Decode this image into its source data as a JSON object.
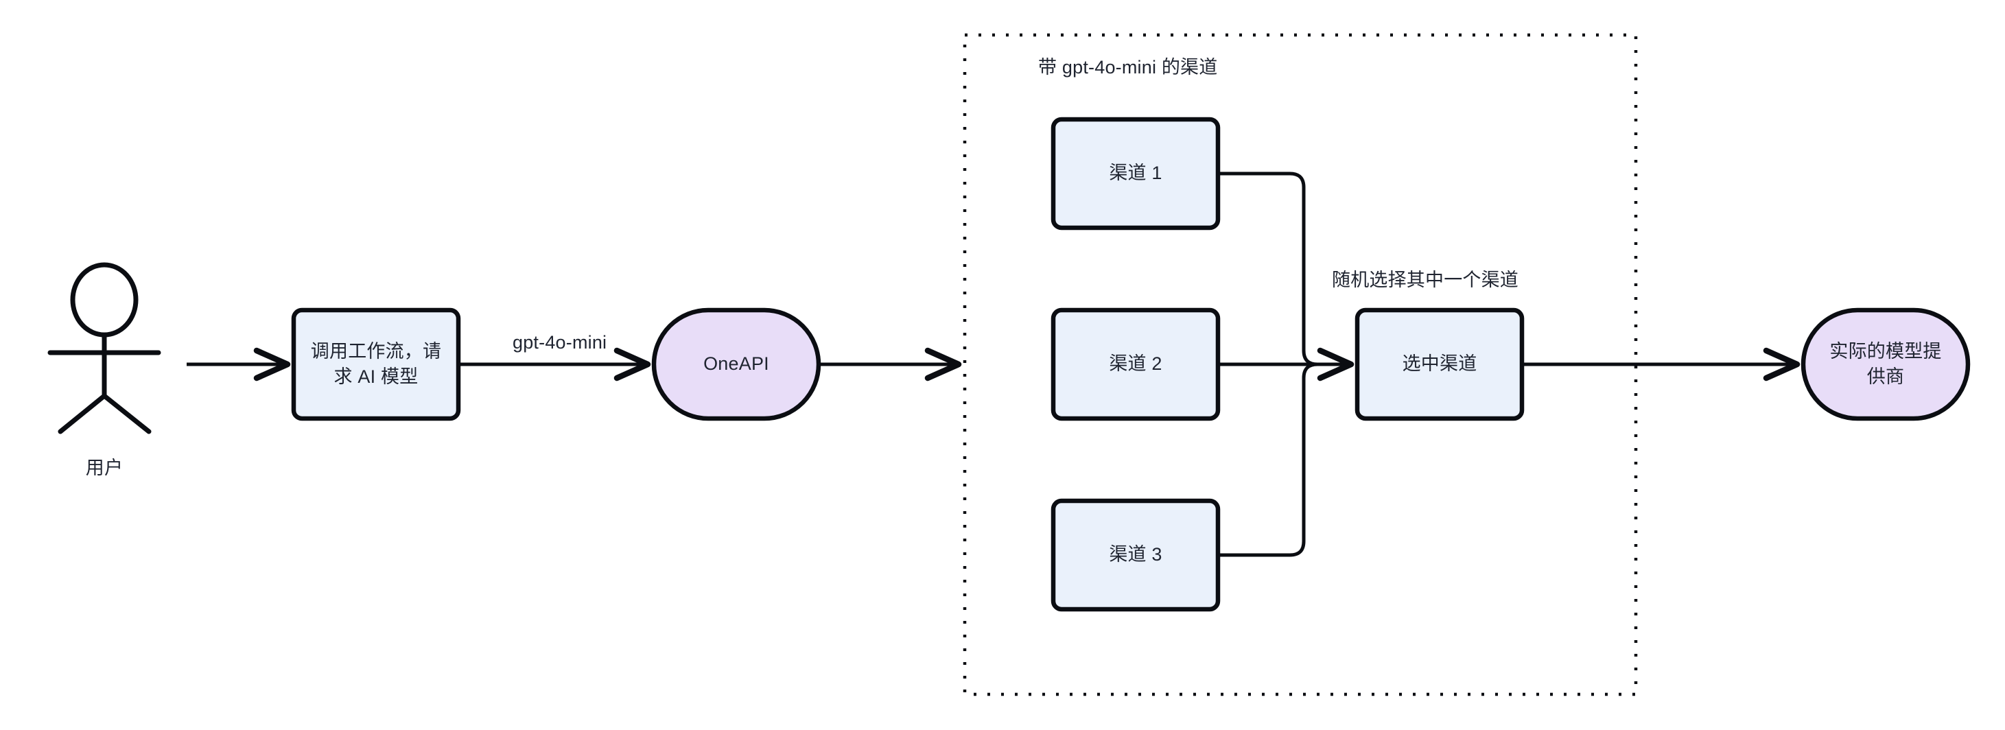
{
  "diagram": {
    "type": "flowchart",
    "direction": "left-to-right",
    "background_color": "#ffffff",
    "stroke_color": "#0b0d12",
    "text_color": "#1f2430",
    "process_fill": "#eaf1fb",
    "stadium_fill": "#e8ddf8"
  },
  "actor": {
    "name": "user-actor",
    "caption": "用户"
  },
  "nodes": {
    "workflow": {
      "label": "调用工作流，请\n求 AI 模型",
      "shape": "rounded-rect",
      "fill": "#eaf1fb"
    },
    "oneapi": {
      "label": "OneAPI",
      "shape": "stadium",
      "fill": "#e8ddf8"
    },
    "channel1": {
      "label": "渠道 1",
      "shape": "rounded-rect",
      "fill": "#eaf1fb"
    },
    "channel2": {
      "label": "渠道 2",
      "shape": "rounded-rect",
      "fill": "#eaf1fb"
    },
    "channel3": {
      "label": "渠道 3",
      "shape": "rounded-rect",
      "fill": "#eaf1fb"
    },
    "selected_channel": {
      "label": "选中渠道",
      "shape": "rounded-rect",
      "fill": "#eaf1fb"
    },
    "provider": {
      "label": "实际的模型提\n供商",
      "shape": "stadium",
      "fill": "#e8ddf8"
    }
  },
  "group": {
    "name": "channels-group",
    "title": "带 gpt-4o-mini 的渠道",
    "border_style": "dotted"
  },
  "edges": [
    {
      "from": "user-actor",
      "to": "workflow",
      "label": ""
    },
    {
      "from": "workflow",
      "to": "oneapi",
      "label": "gpt-4o-mini"
    },
    {
      "from": "oneapi",
      "to": "channels-group",
      "label": ""
    },
    {
      "from": "channel1",
      "to": "selected-channel",
      "label": ""
    },
    {
      "from": "channel2",
      "to": "selected-channel",
      "label": ""
    },
    {
      "from": "channel3",
      "to": "selected-channel",
      "label": ""
    },
    {
      "from": "selected-channel",
      "to": "provider",
      "label": ""
    }
  ],
  "annotations": {
    "random_pick": "随机选择其中一个渠道"
  }
}
